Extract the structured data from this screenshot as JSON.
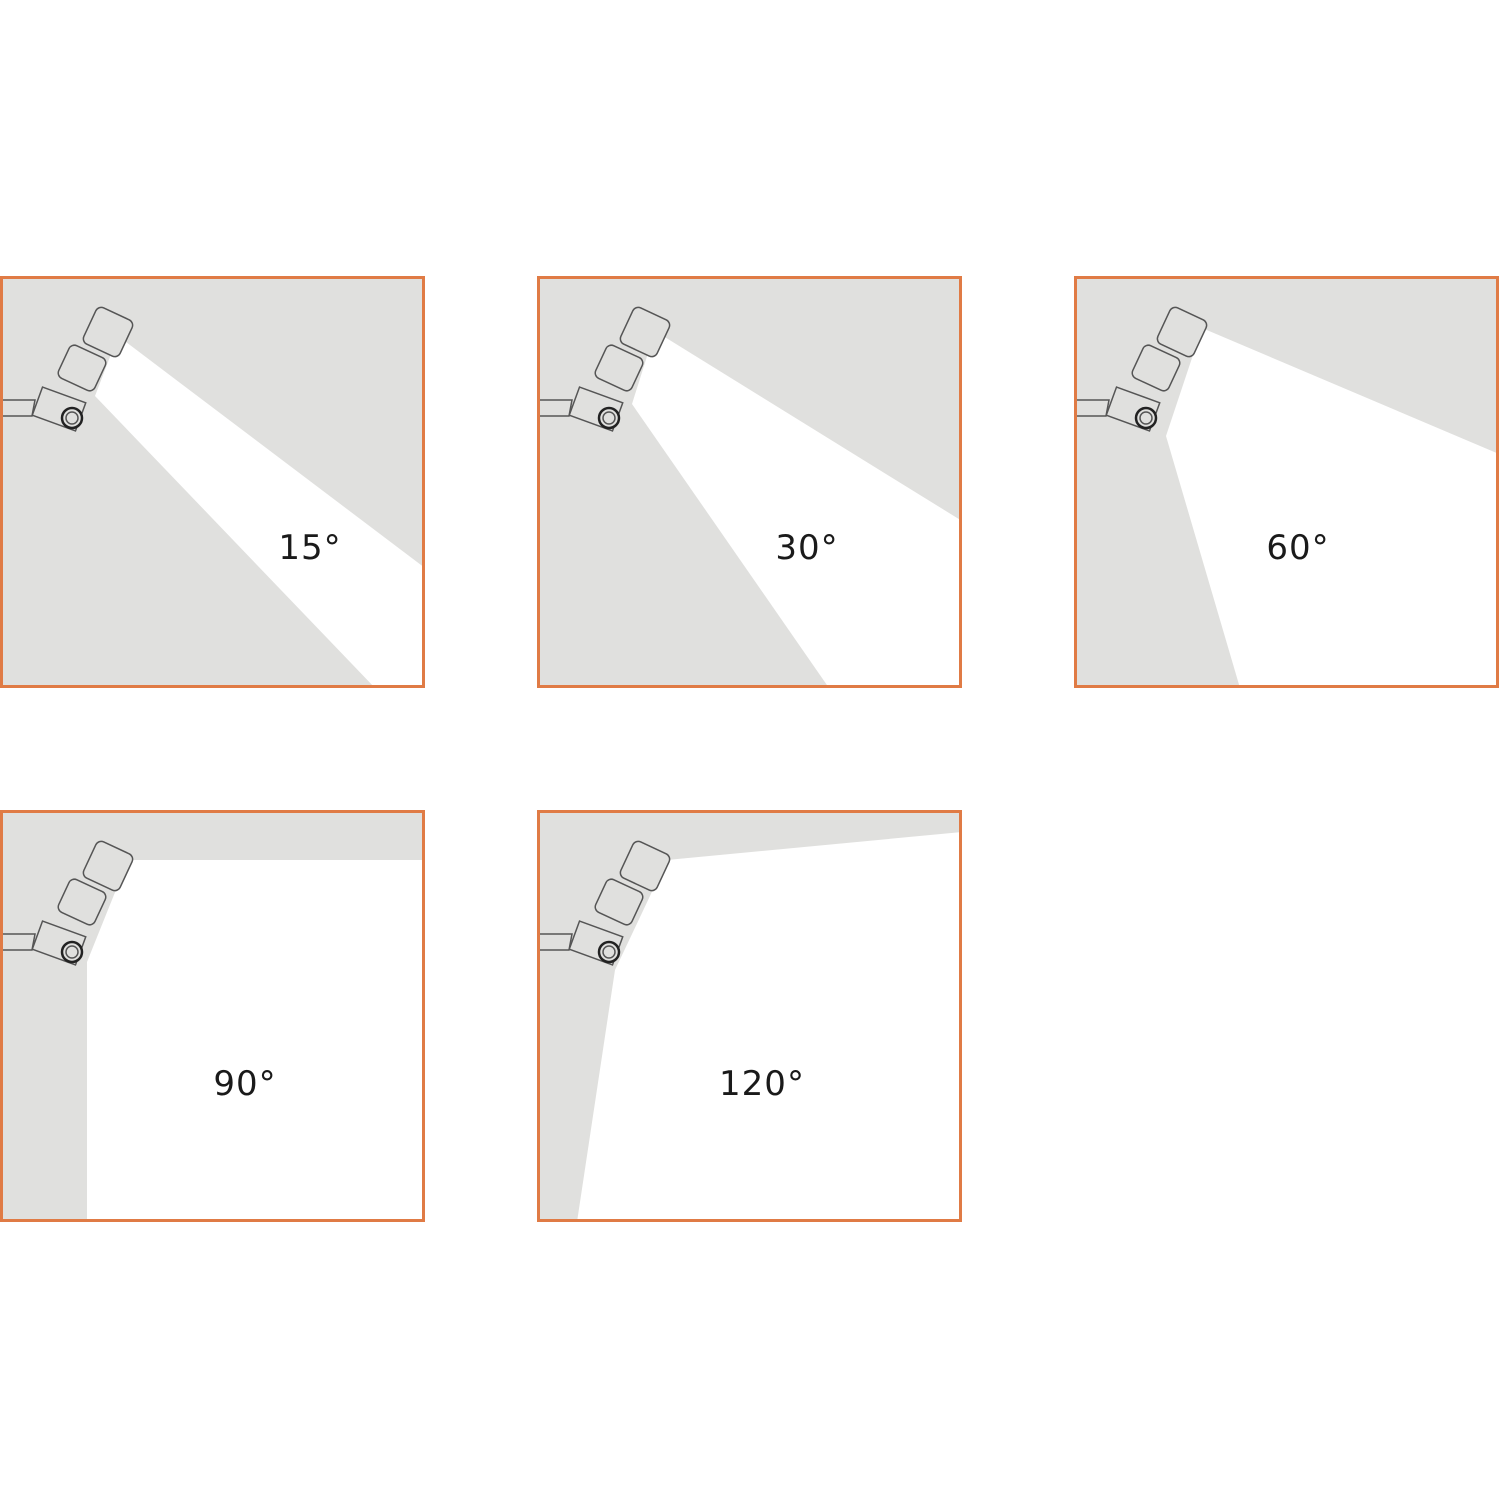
{
  "colors": {
    "border": "#E07B45",
    "shadow": "#E0E0DE",
    "beam": "#FFFFFF",
    "fixture_stroke": "#555555"
  },
  "panels": [
    {
      "label": "15°",
      "angle_deg": 15
    },
    {
      "label": "30°",
      "angle_deg": 30
    },
    {
      "label": "60°",
      "angle_deg": 60
    },
    {
      "label": "90°",
      "angle_deg": 90
    },
    {
      "label": "120°",
      "angle_deg": 120
    }
  ]
}
